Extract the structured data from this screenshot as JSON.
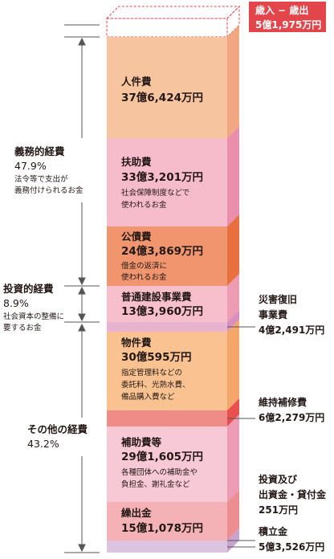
{
  "badge": {
    "line1": "歳入 − 歳出",
    "line2": "5億1,975万円"
  },
  "groups": {
    "obligatory": {
      "name": "義務的経費",
      "pct": "47.9%",
      "note1": "法令等で支出が",
      "note2": "義務付けられるお金"
    },
    "investment": {
      "name": "投資的経費",
      "pct": "8.9%",
      "note1": "社会資本の整備に",
      "note2": "要するお金"
    },
    "other": {
      "name": "その他の経費",
      "pct": "43.2%"
    }
  },
  "items": {
    "personnel": {
      "label": "人件費",
      "amount": "37億6,424万円"
    },
    "assistance": {
      "label": "扶助費",
      "amount": "33億3,201万円",
      "note1": "社会保障制度などで",
      "note2": "使われるお金"
    },
    "debt": {
      "label": "公債費",
      "amount": "24億3,869万円",
      "note1": "借金の返済に",
      "note2": "使われるお金"
    },
    "construction": {
      "label": "普通建設事業費",
      "amount": "13億3,960万円"
    },
    "disaster": {
      "line1": "災害復旧",
      "line2": "事業費",
      "amount": "4億2,491万円"
    },
    "goods": {
      "label": "物件費",
      "amount": "30億595万円",
      "note1": "指定管理料などの",
      "note2": "委託料、光熱水費、",
      "note3": "備品購入費など"
    },
    "maintenance": {
      "label": "維持補修費",
      "amount": "6億2,279万円"
    },
    "subsidy": {
      "label": "補助費等",
      "amount": "29億1,605万円",
      "note1": "各種団体への補助金や",
      "note2": "負担金、謝礼金など"
    },
    "transfer": {
      "label": "繰出金",
      "amount": "15億1,078万円"
    },
    "invest_loan": {
      "line1": "投資及び",
      "line2": "出資金・貸付金",
      "amount": "251万円"
    },
    "reserve": {
      "label": "積立金",
      "amount": "5億3,526万円"
    }
  },
  "colors": {
    "personnel": "#f6c49f",
    "assistance": "#f6bccb",
    "debt": "#f0956e",
    "construction": "#f6bfcb",
    "disaster": "#e8b2d1",
    "goods": "#f9c290",
    "maintenance": "#f08c88",
    "subsidy": "#f7c8d6",
    "transfer": "#f4b2b6",
    "reserve": "#dcc3df",
    "badge": "#e3464a"
  }
}
